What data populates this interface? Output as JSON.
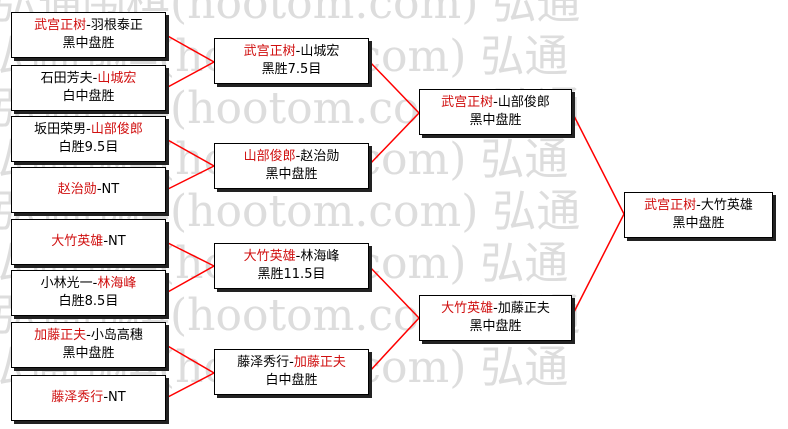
{
  "watermark": {
    "lines": [
      "弘通围棋(hootom.com) 弘通",
      "弘通围棋(hootom.com) 弘通",
      "弘通围棋(hootom.com) 弘通",
      "弘通围棋(hootom.com) 弘通",
      "弘通围棋(hootom.com) 弘通",
      "弘通围棋(hootom.com) 弘通",
      "弘通围棋(hootom.com) 弘通",
      "弘通围棋(hootom.com) 弘通"
    ]
  },
  "colors": {
    "winner": "#d01010",
    "text": "#000000",
    "line": "#ff0000"
  },
  "round1": [
    {
      "p1": "武宫正树",
      "sep": "-",
      "p2": "羽根泰正",
      "winner": 1,
      "result": "黑中盘胜"
    },
    {
      "p1": "石田芳夫",
      "sep": "-",
      "p2": "山城宏",
      "winner": 2,
      "result": "白中盘胜"
    },
    {
      "p1": "坂田荣男",
      "sep": "-",
      "p2": "山部俊郎",
      "winner": 2,
      "result": "白胜9.5目"
    },
    {
      "p1": "赵治勋",
      "sep": "-",
      "p2": "NT",
      "winner": 1,
      "result": ""
    },
    {
      "p1": "大竹英雄",
      "sep": "-",
      "p2": "NT",
      "winner": 1,
      "result": ""
    },
    {
      "p1": "小林光一",
      "sep": "-",
      "p2": "林海峰",
      "winner": 2,
      "result": "白胜8.5目"
    },
    {
      "p1": "加藤正夫",
      "sep": "-",
      "p2": "小岛高穗",
      "winner": 1,
      "result": "黑中盘胜"
    },
    {
      "p1": "藤泽秀行",
      "sep": "-",
      "p2": "NT",
      "winner": 1,
      "result": ""
    }
  ],
  "round2": [
    {
      "p1": "武宫正树",
      "sep": "-",
      "p2": "山城宏",
      "winner": 1,
      "result": "黑胜7.5目"
    },
    {
      "p1": "山部俊郎",
      "sep": "-",
      "p2": "赵治勋",
      "winner": 1,
      "result": "黑中盘胜"
    },
    {
      "p1": "大竹英雄",
      "sep": "-",
      "p2": "林海峰",
      "winner": 1,
      "result": "黑胜11.5目"
    },
    {
      "p1": "藤泽秀行",
      "sep": "-",
      "p2": "加藤正夫",
      "winner": 2,
      "result": "白中盘胜"
    }
  ],
  "round3": [
    {
      "p1": "武宫正树",
      "sep": "-",
      "p2": "山部俊郎",
      "winner": 1,
      "result": "黑中盘胜"
    },
    {
      "p1": "大竹英雄",
      "sep": "-",
      "p2": "加藤正夫",
      "winner": 1,
      "result": "黑中盘胜"
    }
  ],
  "final": [
    {
      "p1": "武宫正树",
      "sep": "-",
      "p2": "大竹英雄",
      "winner": 1,
      "result": "黑中盘胜"
    }
  ]
}
